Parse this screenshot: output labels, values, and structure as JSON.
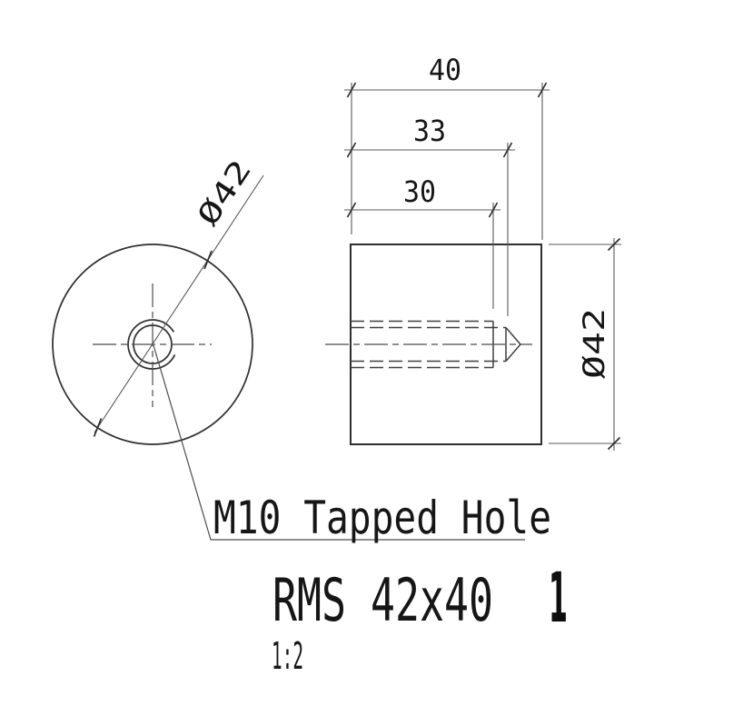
{
  "drawing": {
    "front_view": {
      "diameter": "Ø42"
    },
    "side_view": {
      "length": "40",
      "drill_depth": "33",
      "thread_depth": "30",
      "diameter": "Ø42"
    },
    "note": "M10 Tapped Hole",
    "title_block": {
      "title": "RMS 42x40",
      "quantity": "1",
      "scale": "1:2"
    },
    "colors": {
      "object_line": "#2e2e2e",
      "hidden_line": "#3f3f3f",
      "center_line": "#4c4c4c",
      "dimension_line": "#5a5a5a",
      "text": "#161616",
      "background": "#ffffff"
    }
  }
}
